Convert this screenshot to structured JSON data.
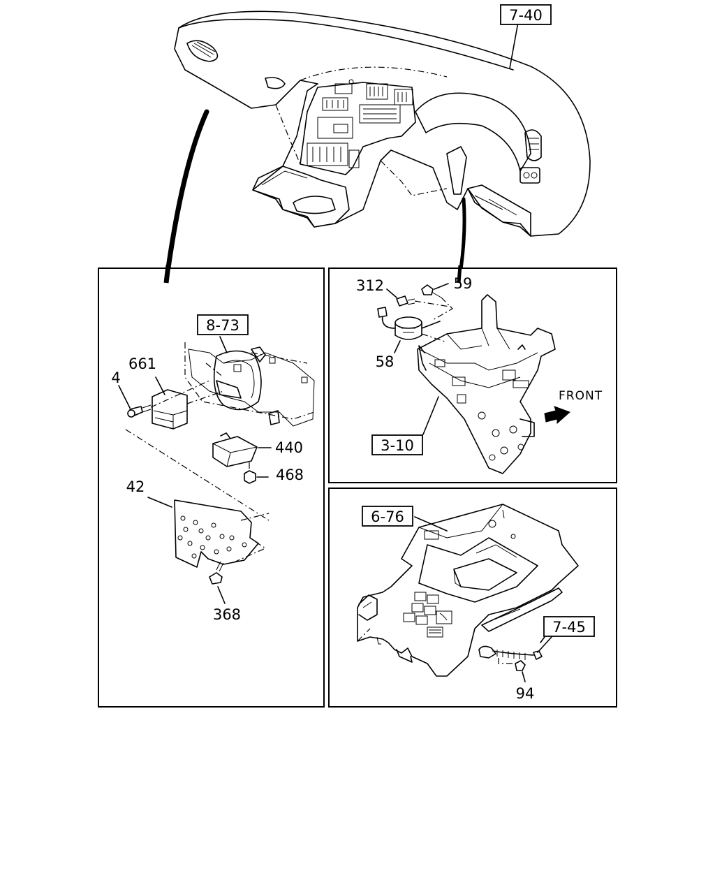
{
  "references": {
    "dashboard": "7-40",
    "bracket_upper": "8-73",
    "support_frame": "3-10",
    "console": "6-76",
    "harness": "7-45"
  },
  "parts": {
    "p312": "312",
    "p59": "59",
    "p58": "58",
    "p661": "661",
    "p4": "4",
    "p440": "440",
    "p468": "468",
    "p42": "42",
    "p368": "368",
    "p94": "94"
  },
  "direction_label": "FRONT"
}
